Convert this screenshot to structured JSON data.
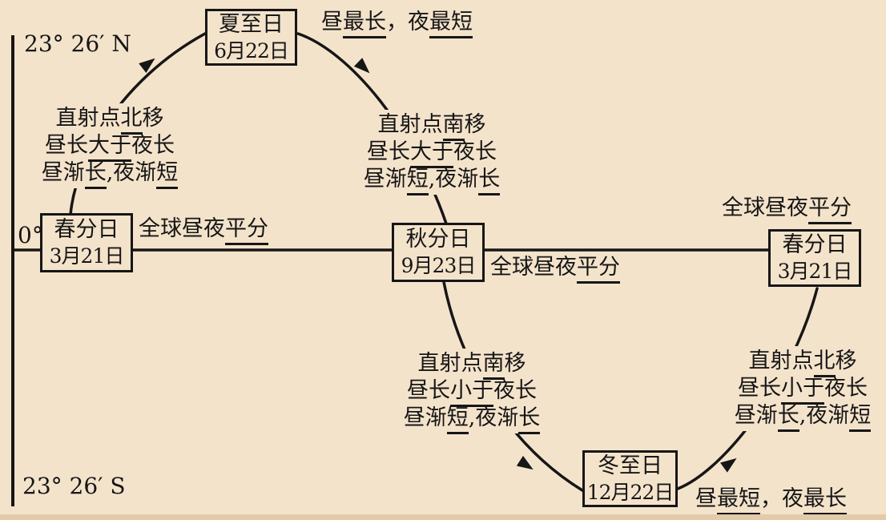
{
  "colors": {
    "background": "#f4e3cb",
    "ink": "#161616",
    "bottom_strip": "#e4caa8"
  },
  "axis": {
    "top_latitude": "23° 26′ N",
    "equator": "0°",
    "bottom_latitude": "23° 26′ S"
  },
  "boxes": {
    "summer_solstice": {
      "name": "夏至日",
      "date": "6月22日"
    },
    "spring_equinox_left": {
      "name": "春分日",
      "date": "3月21日"
    },
    "autumn_equinox": {
      "name": "秋分日",
      "date": "9月23日"
    },
    "winter_solstice": {
      "name": "冬至日",
      "date": "12月22日"
    },
    "spring_equinox_right": {
      "name": "春分日",
      "date": "3月21日"
    }
  },
  "notes": {
    "summer_daynight": [
      [
        {
          "t": "昼"
        },
        {
          "t": "最长",
          "u": true
        },
        {
          "t": "，夜"
        },
        {
          "t": "最短",
          "u": true
        }
      ]
    ],
    "winter_daynight": [
      [
        {
          "t": "昼"
        },
        {
          "t": "最短",
          "u": true
        },
        {
          "t": "，夜"
        },
        {
          "t": "最长",
          "u": true
        }
      ]
    ],
    "equinox_left": [
      [
        {
          "t": "全球昼夜"
        },
        {
          "t": "平分",
          "u": true
        }
      ]
    ],
    "equinox_middle": [
      [
        {
          "t": "全球昼夜"
        },
        {
          "t": "平分",
          "u": true
        }
      ]
    ],
    "equinox_right": [
      [
        {
          "t": "全球昼夜"
        },
        {
          "t": "平分",
          "u": true
        }
      ]
    ],
    "q1_spring_to_summer": [
      [
        {
          "t": "直射点"
        },
        {
          "t": "北",
          "u": true
        },
        {
          "t": "移"
        }
      ],
      [
        {
          "t": "昼长"
        },
        {
          "t": "大于",
          "u": true
        },
        {
          "t": "夜长"
        }
      ],
      [
        {
          "t": "昼渐"
        },
        {
          "t": "长",
          "u": true
        },
        {
          "t": ",夜渐"
        },
        {
          "t": "短",
          "u": true
        }
      ]
    ],
    "q2_summer_to_autumn": [
      [
        {
          "t": "直射点"
        },
        {
          "t": "南",
          "u": true
        },
        {
          "t": "移"
        }
      ],
      [
        {
          "t": "昼长"
        },
        {
          "t": "大于",
          "u": true
        },
        {
          "t": "夜长"
        }
      ],
      [
        {
          "t": "昼渐"
        },
        {
          "t": "短",
          "u": true
        },
        {
          "t": ",夜渐"
        },
        {
          "t": "长",
          "u": true
        }
      ]
    ],
    "q3_autumn_to_winter": [
      [
        {
          "t": "直射点"
        },
        {
          "t": "南",
          "u": true
        },
        {
          "t": "移"
        }
      ],
      [
        {
          "t": "昼长"
        },
        {
          "t": "小于",
          "u": true
        },
        {
          "t": "夜长"
        }
      ],
      [
        {
          "t": "昼渐"
        },
        {
          "t": "短",
          "u": true
        },
        {
          "t": ",夜渐"
        },
        {
          "t": "长",
          "u": true
        }
      ]
    ],
    "q4_winter_to_spring": [
      [
        {
          "t": "直射点"
        },
        {
          "t": "北",
          "u": true
        },
        {
          "t": "移"
        }
      ],
      [
        {
          "t": "昼长"
        },
        {
          "t": "小于",
          "u": true
        },
        {
          "t": "夜长"
        }
      ],
      [
        {
          "t": "昼渐"
        },
        {
          "t": "长",
          "u": true
        },
        {
          "t": ",夜渐"
        },
        {
          "t": "短",
          "u": true
        }
      ]
    ]
  }
}
